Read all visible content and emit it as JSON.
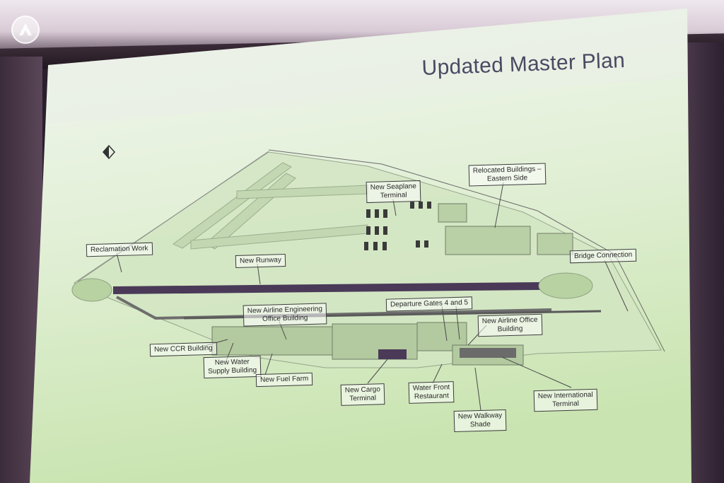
{
  "slide": {
    "title": "Updated Master Plan"
  },
  "labels": {
    "reclamation_work": "Reclamation Work",
    "new_runway": "New Runway",
    "new_seaplane_terminal_1": "New Seaplane",
    "new_seaplane_terminal_2": "Terminal",
    "relocated_buildings_1": "Relocated Buildings –",
    "relocated_buildings_2": "Eastern Side",
    "bridge_connection": "Bridge Connection",
    "departure_gates": "Departure Gates 4 and 5",
    "new_airline_engineering_1": "New Airline Engineering",
    "new_airline_engineering_2": "Office Building",
    "new_airline_office_1": "New Airline Office",
    "new_airline_office_2": "Building",
    "new_ccr_building": "New CCR Building",
    "new_water_supply_1": "New Water",
    "new_water_supply_2": "Supply Building",
    "new_fuel_farm": "New Fuel Farm",
    "new_cargo_terminal_1": "New Cargo",
    "new_cargo_terminal_2": "Terminal",
    "water_front_restaurant_1": "Water Front",
    "water_front_restaurant_2": "Restaurant",
    "new_walkway_shade_1": "New Walkway",
    "new_walkway_shade_2": "Shade",
    "new_international_terminal_1": "New International",
    "new_international_terminal_2": "Terminal"
  },
  "colors": {
    "runway": "#4a3a58",
    "slide_top": "#f2f7f0",
    "slide_bottom": "#cfe7b7",
    "lines": "#6a6a6a"
  }
}
